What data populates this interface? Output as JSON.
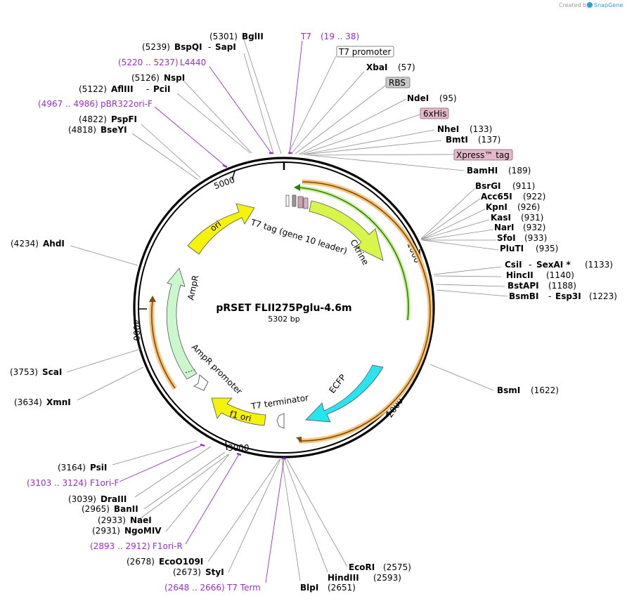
{
  "credit": {
    "prefix": "Created by",
    "brand": "SnapGene"
  },
  "map": {
    "name": "pRSET FLII275Pglu-4.6m",
    "size": "5302 bp",
    "ticks": [
      "1000",
      "2000",
      "3000",
      "4000",
      "5000"
    ]
  },
  "features": {
    "t7_tag": "T7 tag (gene 10 leader)",
    "citrine": "Citrine",
    "ecfp": "ECFP",
    "ori": "ori",
    "ampr": "AmpR",
    "ampr_promoter": "AmpR promoter",
    "f1ori": "f1 ori",
    "t7_terminator": "T7 terminator"
  },
  "labels": {
    "bglii": {
      "pos": "(5301)",
      "name": "BglII"
    },
    "bspqi": {
      "pos": "(5239)",
      "name": "BspQI",
      "sep": "-",
      "alt": "SapI"
    },
    "l4440": {
      "range": "(5220 .. 5237)",
      "name": "L4440"
    },
    "nspi": {
      "pos": "(5126)",
      "name": "NspI"
    },
    "aflIII": {
      "pos": "(5122)",
      "name": "AflIII",
      "sep": "-",
      "alt": "PciI"
    },
    "pbr322": {
      "range": "(4967 .. 4986)",
      "name": "pBR322ori-F"
    },
    "pspfi": {
      "pos": "(4822)",
      "name": "PspFI"
    },
    "bseyi": {
      "pos": "(4818)",
      "name": "BseYI"
    },
    "ahdi": {
      "pos": "(4234)",
      "name": "AhdI"
    },
    "scai": {
      "pos": "(3753)",
      "name": "ScaI"
    },
    "xmni": {
      "pos": "(3634)",
      "name": "XmnI"
    },
    "psii": {
      "pos": "(3164)",
      "name": "PsiI"
    },
    "f1orif": {
      "range": "(3103 .. 3124)",
      "name": "F1ori-F"
    },
    "draIII": {
      "pos": "(3039)",
      "name": "DraIII"
    },
    "banii": {
      "pos": "(2965)",
      "name": "BanII"
    },
    "naei": {
      "pos": "(2933)",
      "name": "NaeI"
    },
    "ngomiv": {
      "pos": "(2931)",
      "name": "NgoMIV"
    },
    "f1orir": {
      "range": "(2893 .. 2912)",
      "name": "F1ori-R"
    },
    "ecoo109i": {
      "pos": "(2678)",
      "name": "EcoO109I"
    },
    "styi": {
      "pos": "(2673)",
      "name": "StyI"
    },
    "t7term": {
      "range": "(2648 .. 2666)",
      "name": "T7 Term"
    },
    "blpi": {
      "name": "BlpI",
      "pos": "(2651)"
    },
    "hindIII": {
      "name": "HindIII",
      "pos": "(2593)"
    },
    "ecori": {
      "name": "EcoRI",
      "pos": "(2575)"
    },
    "bsmi": {
      "name": "BsmI",
      "pos": "(1622)"
    },
    "t7": {
      "name": "T7",
      "range": "(19 .. 38)"
    },
    "t7promoter": {
      "name": "T7 promoter"
    },
    "xbai": {
      "name": "XbaI",
      "pos": "(57)"
    },
    "rbs": {
      "name": "RBS"
    },
    "ndei": {
      "name": "NdeI",
      "pos": "(95)"
    },
    "sixhis": {
      "name": "6xHis"
    },
    "nhei": {
      "name": "NheI",
      "pos": "(133)"
    },
    "bmti": {
      "name": "BmtI",
      "pos": "(137)"
    },
    "xpress": {
      "name": "Xpress™ tag"
    },
    "bamhi": {
      "name": "BamHI",
      "pos": "(189)"
    },
    "bsrgi": {
      "name": "BsrGI",
      "pos": "(911)"
    },
    "acc65i": {
      "name": "Acc65I",
      "pos": "(922)"
    },
    "kpni": {
      "name": "KpnI",
      "pos": "(926)"
    },
    "kasi": {
      "name": "KasI",
      "pos": "(931)"
    },
    "nari": {
      "name": "NarI",
      "pos": "(932)"
    },
    "sfoi": {
      "name": "SfoI",
      "pos": "(933)"
    },
    "pluti": {
      "name": "PluTI",
      "pos": "(935)"
    },
    "csii": {
      "name": "CsiI",
      "sep": "-",
      "alt": "SexAI *",
      "pos": "(1133)"
    },
    "hincII": {
      "name": "HincII",
      "pos": "(1140)"
    },
    "bstapi": {
      "name": "BstAPI",
      "pos": "(1188)"
    },
    "bsmbi": {
      "name": "BsmBI",
      "sep": "-",
      "alt": "Esp3I",
      "pos": "(1223)"
    }
  }
}
